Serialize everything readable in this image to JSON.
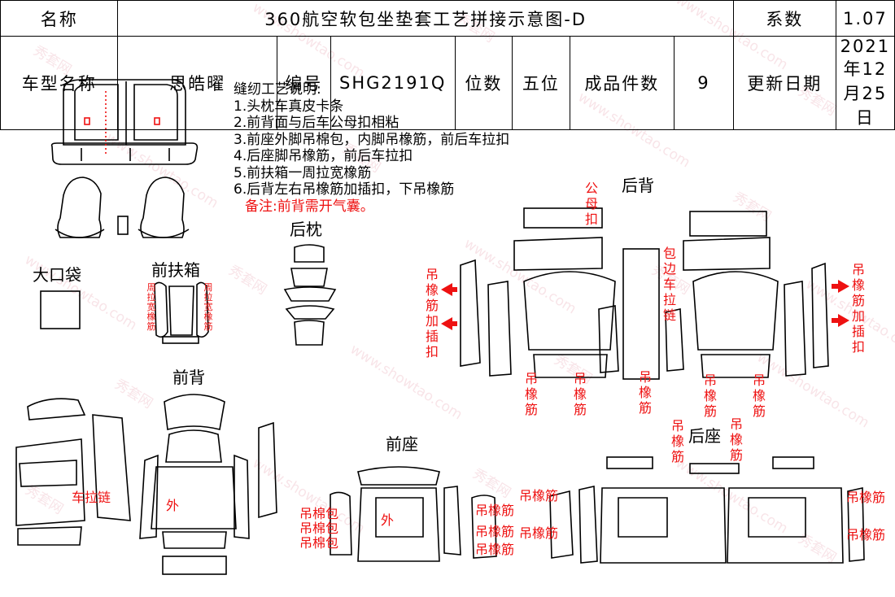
{
  "header": {
    "name_label": "名称",
    "title": "360航空软包坐垫套工艺拼接示意图-D",
    "coef_label": "系数",
    "coef_value": "1.07",
    "model_label": "车型名称",
    "model_value": "思皓曜",
    "code_label": "编号",
    "code_value": "SHG2191Q",
    "seats_label": "位数",
    "seats_value": "五位",
    "pieces_label": "成品件数",
    "pieces_value": "9",
    "date_label": "更新日期",
    "date_value": "2021年12月25日"
  },
  "notes": {
    "title": "缝纫工艺说明:",
    "items": [
      "1.头枕车真皮卡条",
      "2.前背面与后车公母扣相粘",
      "3.前座外脚吊棉包，内脚吊橡筋，前后车拉扣",
      "4.后座脚吊橡筋，前后车拉扣",
      "5.前扶箱一周拉宽橡筋",
      "6.后背左右吊橡筋加插扣，下吊橡筋"
    ],
    "remark": "备注:前背需开气囊。"
  },
  "sections": {
    "big_pocket": "大口袋",
    "front_armrest": "前扶箱",
    "rear_headrest": "后枕",
    "front_back": "前背",
    "front_seat": "前座",
    "rear_back": "后背",
    "rear_seat": "后座"
  },
  "annotations": {
    "elastic_hook_left": "吊橡筋加插扣",
    "elastic_hook_right": "吊橡筋加插扣",
    "male_female_buckle": "公母扣",
    "edge_zipper": "包边车拉链",
    "elastic": "吊橡筋",
    "around_wide_elastic": "周拉宽橡筋",
    "zipper": "车拉链",
    "outer": "外",
    "cotton_pack": "吊棉包"
  },
  "watermark": {
    "brand": "秀套网",
    "site": "www.showtao.com"
  }
}
